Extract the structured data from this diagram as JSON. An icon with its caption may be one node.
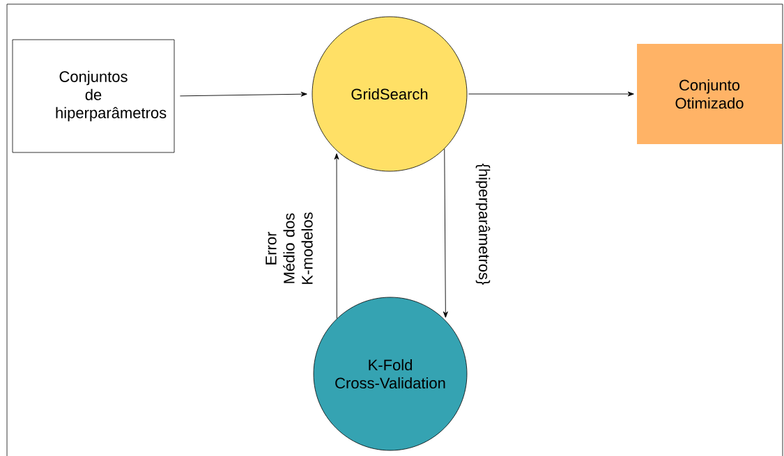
{
  "diagram": {
    "nodes": [
      {
        "text": [
          "Conjuntos de hiperparâmetros"
        ]
      },
      {
        "text": [
          "GridSearch"
        ]
      },
      {
        "text": [
          "Conjunto Otimizado"
        ]
      },
      {
        "text": [
          "K-Fold Cross-Validation"
        ]
      }
    ],
    "edges": [
      {
        "from": 0,
        "to": 1,
        "arrow": "to"
      },
      {
        "from": 1,
        "to": 2,
        "arrow": "to"
      },
      {
        "from": 1,
        "to": 3,
        "arrow": "to",
        "label": "{hiperparâmetros}"
      },
      {
        "from": 3,
        "to": 1,
        "arrow": "to",
        "label": "Error Médio dos K-modelos"
      }
    ]
  }
}
